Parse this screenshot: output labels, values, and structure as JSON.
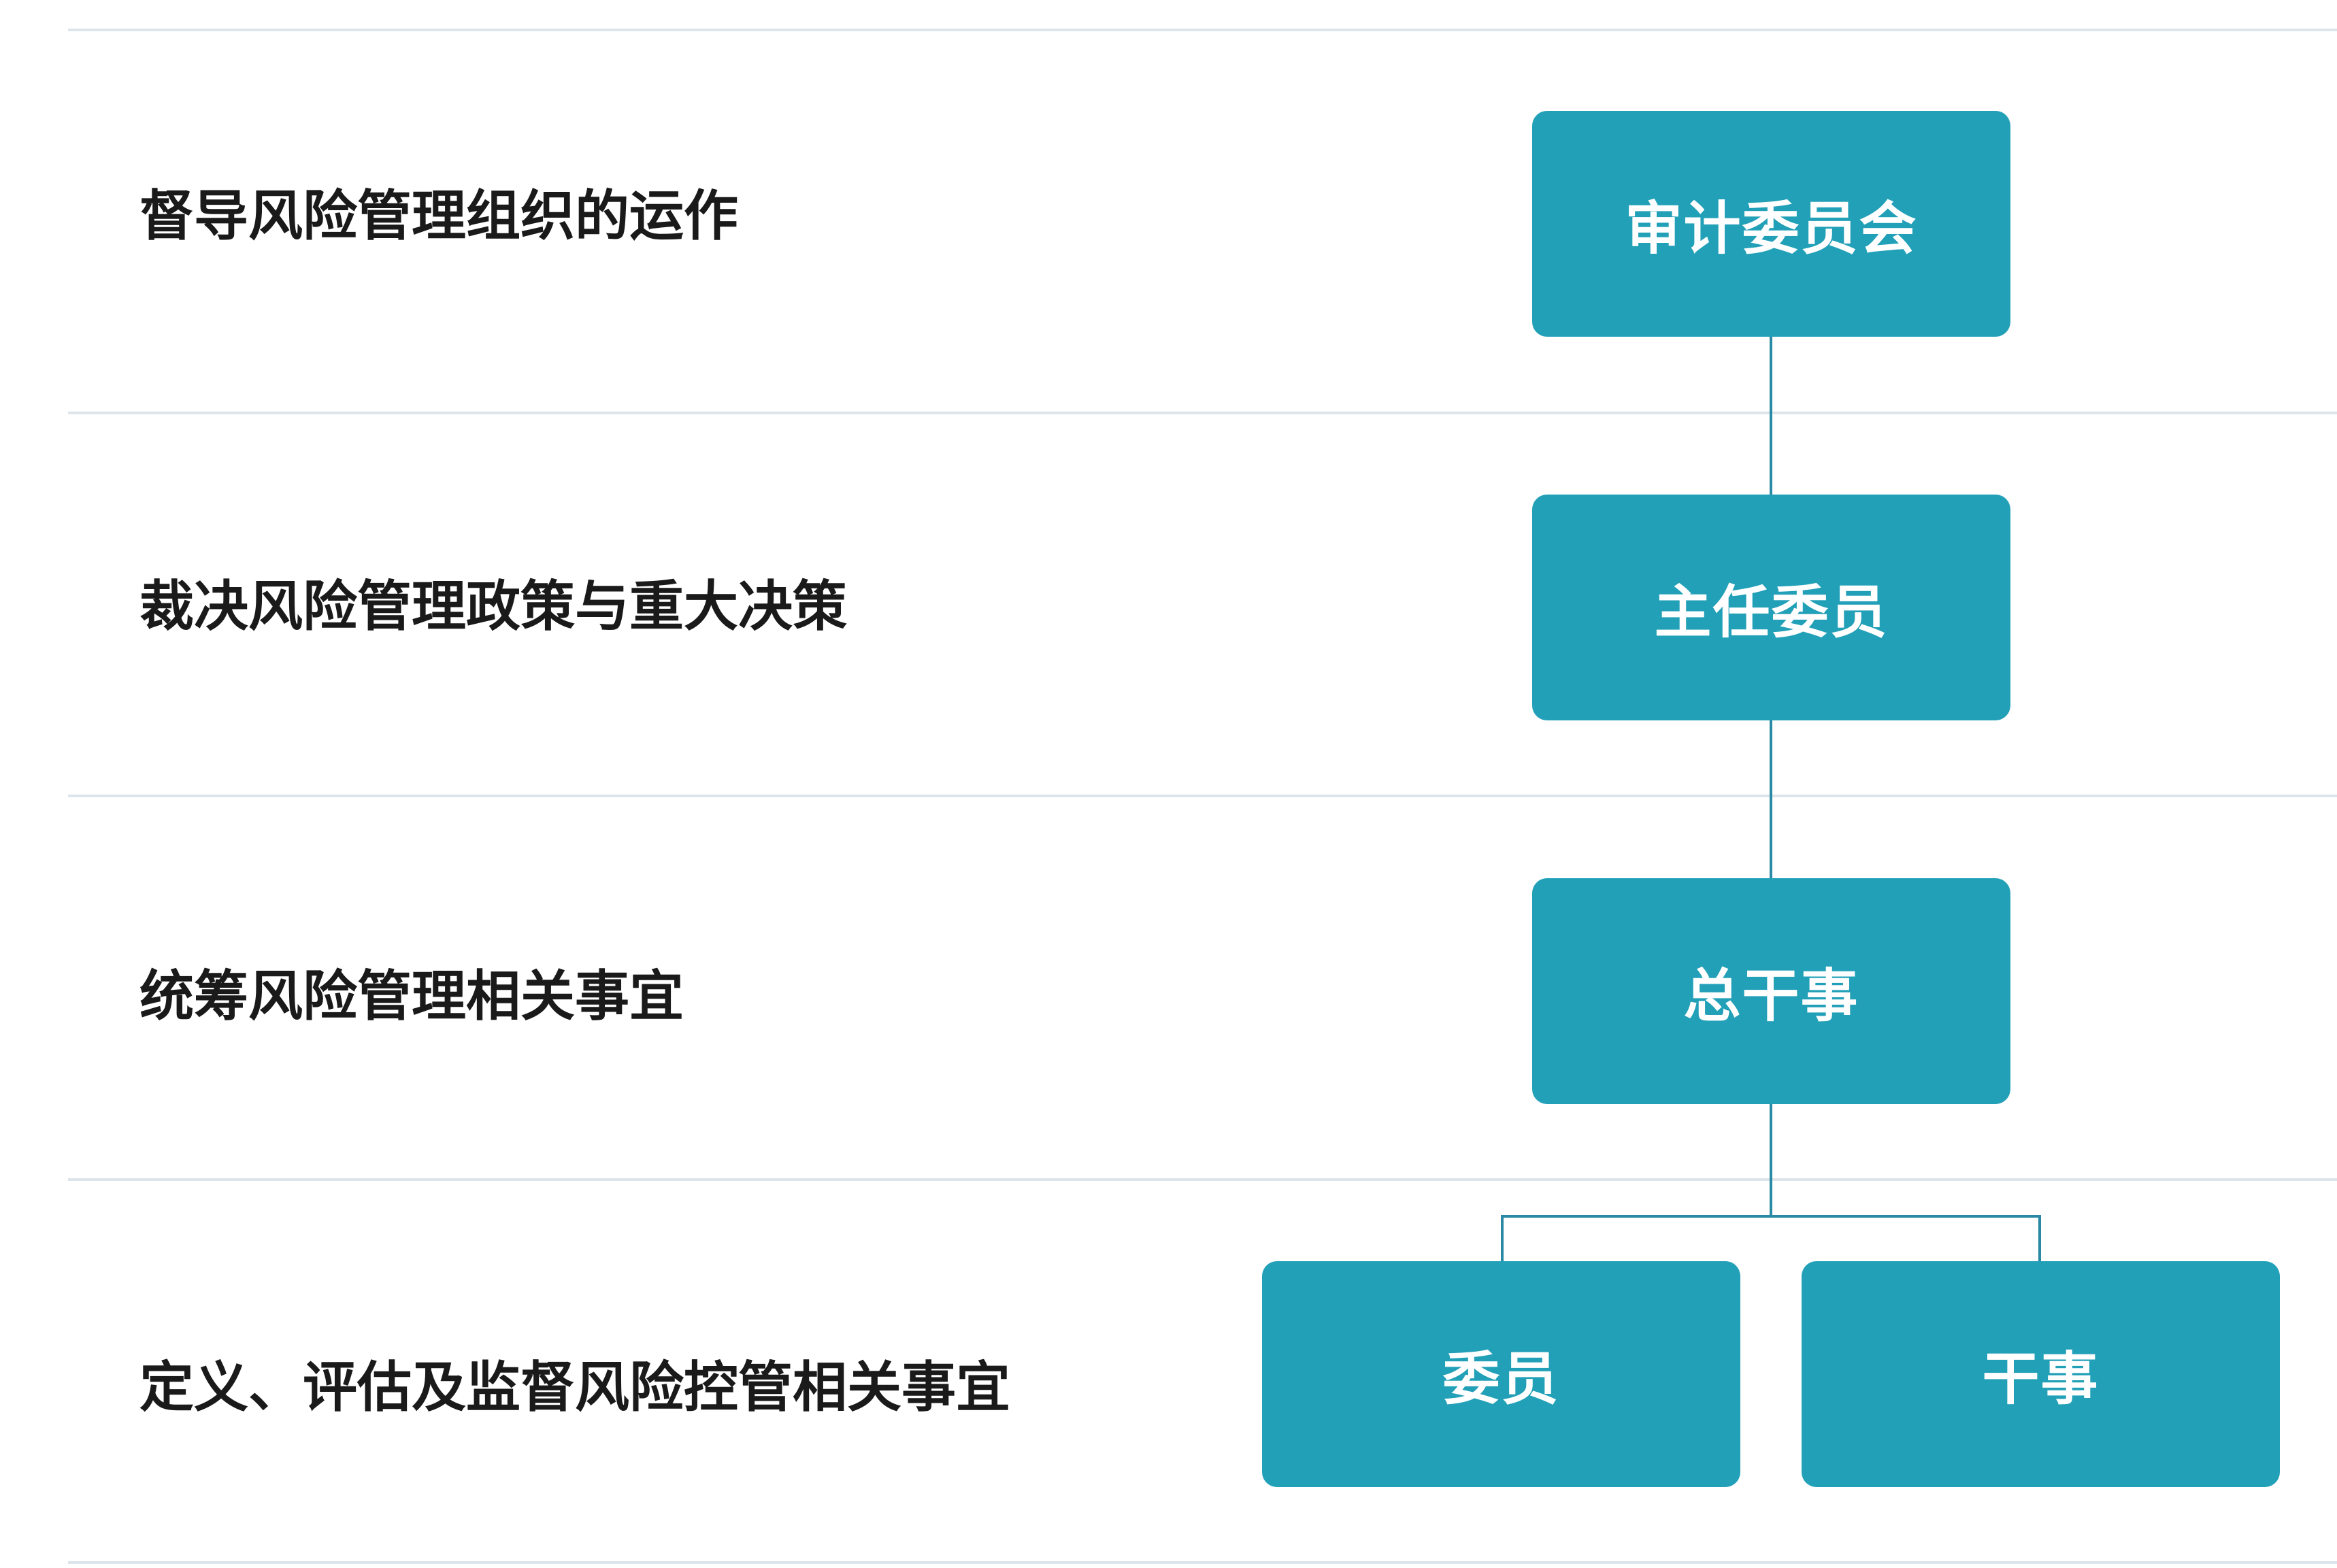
{
  "rows": [
    {
      "description": "督导风险管理组织的运作"
    },
    {
      "description": "裁决风险管理政策与重大决策"
    },
    {
      "description": "统筹风险管理相关事宜"
    },
    {
      "description": "定义、评估及监督风险控管相关事宜"
    }
  ],
  "org_chart": {
    "audit_committee": "审计委员会",
    "chair_member": "主任委员",
    "secretary_general": "总干事",
    "member": "委员",
    "secretary": "干事"
  },
  "colors": {
    "node_fill": "#22a0b8",
    "node_text": "#ffffff",
    "connector": "#2a8aa6",
    "row_divider": "#dde5ea",
    "description_text": "#1a1a1a"
  }
}
